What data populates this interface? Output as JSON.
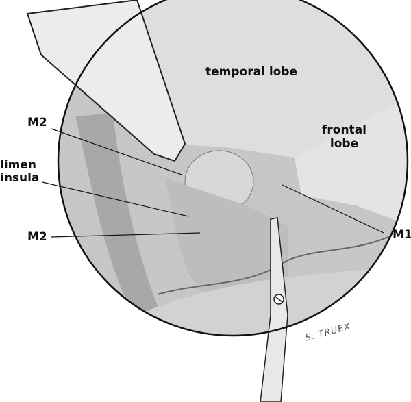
{
  "illustration": {
    "region_labels": {
      "temporal_lobe": "temporal lobe",
      "frontal_lobe_line1": "frontal",
      "frontal_lobe_line2": "lobe"
    },
    "callouts": {
      "m2_upper": "M2",
      "limen_line1": "limen",
      "limen_line2": "insula",
      "m2_lower": "M2",
      "m1": "M1"
    },
    "signature": "S. TRUEX"
  }
}
